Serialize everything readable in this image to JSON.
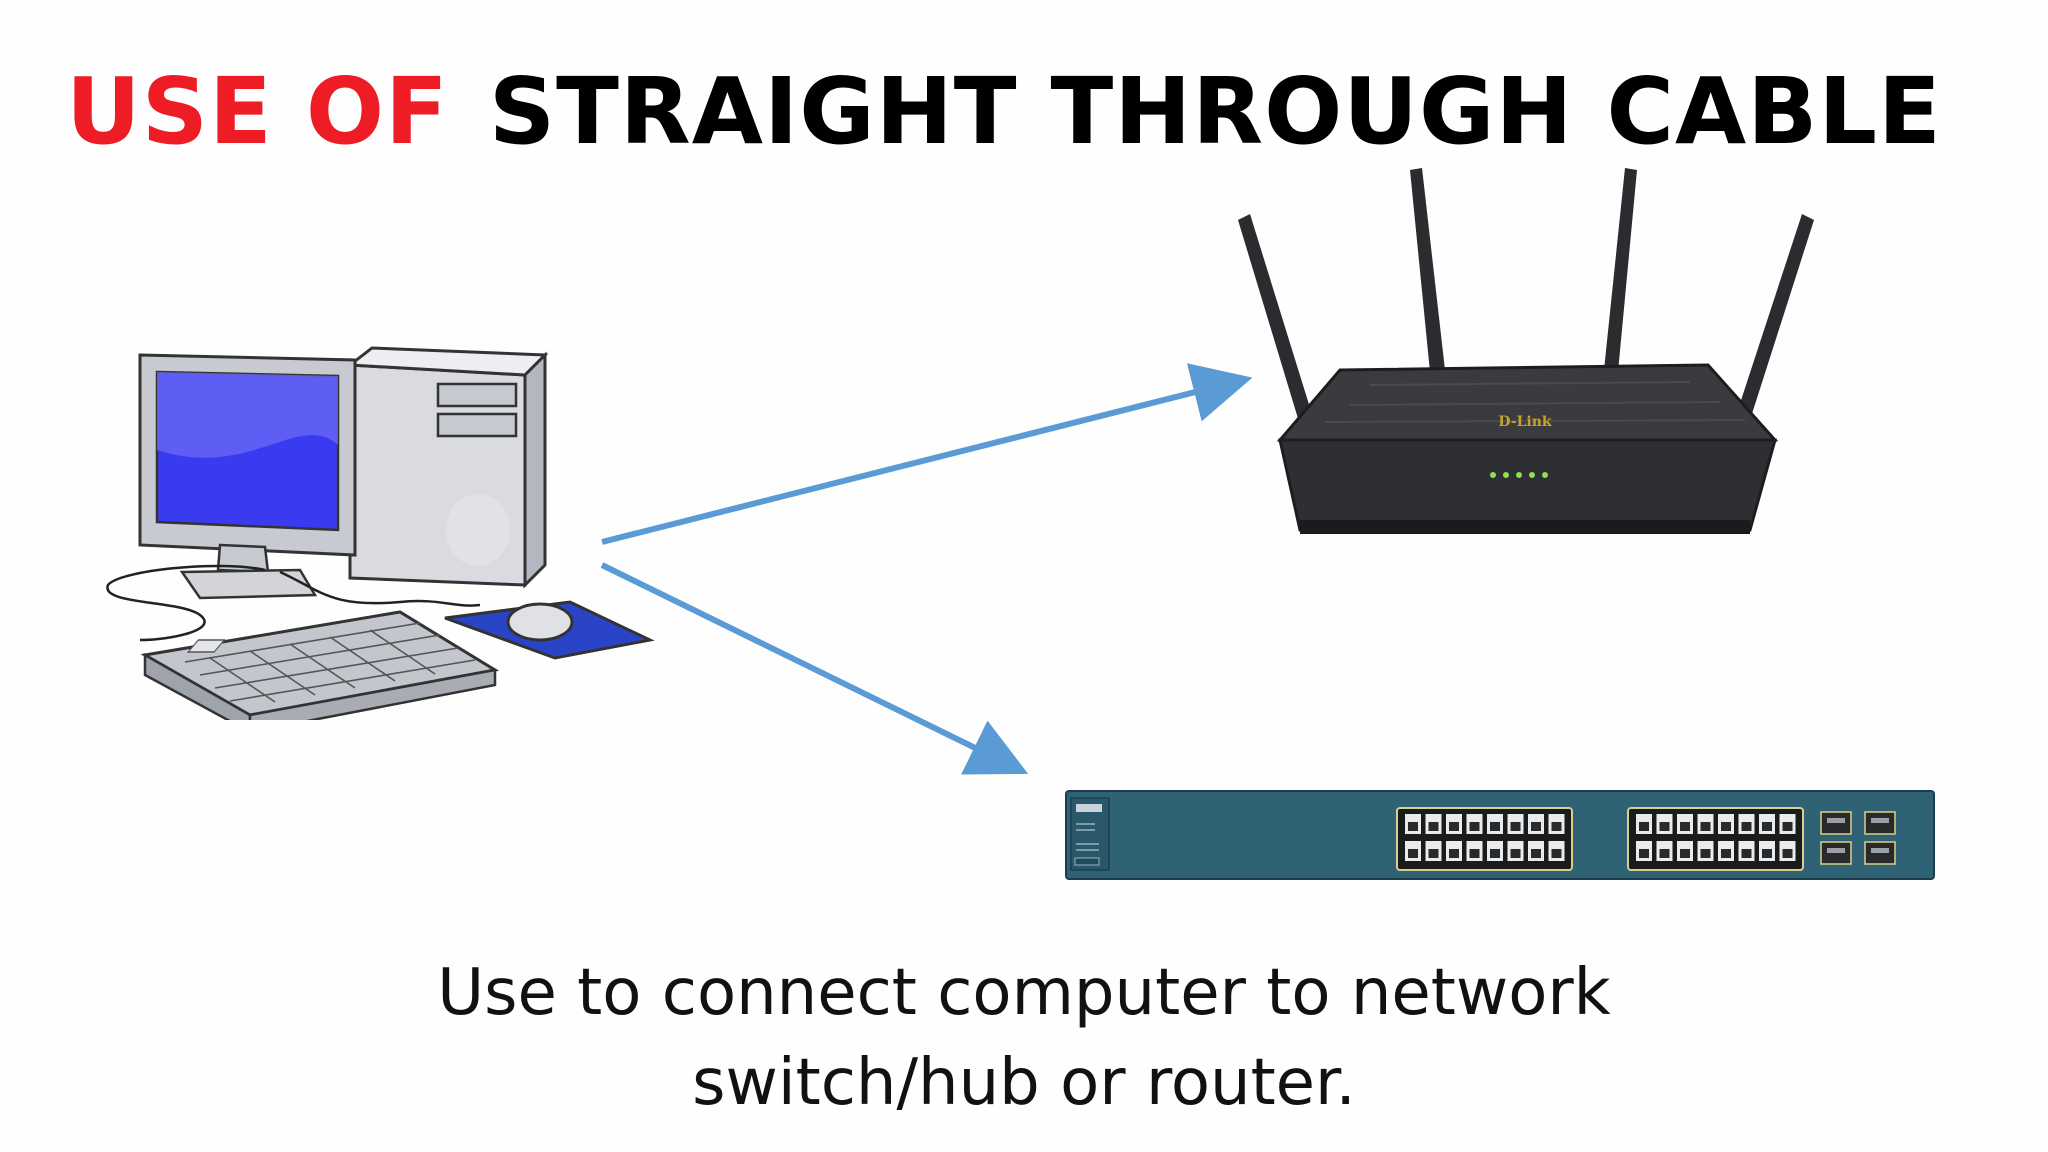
{
  "title": {
    "part1": "USE OF",
    "part2": "STRAIGHT THROUGH CABLE"
  },
  "caption": {
    "line1": "Use to connect computer to network",
    "line2": "switch/hub or router."
  },
  "router": {
    "brand": "D-Link"
  },
  "colors": {
    "title_red": "#ee1c24",
    "arrow_blue": "#5b9bd5",
    "switch_teal": "#2f6275",
    "screen_blue": "#3a3af0"
  },
  "icons": [
    "computer-icon",
    "router-icon",
    "network-switch-icon",
    "arrow-to-router",
    "arrow-to-switch"
  ]
}
